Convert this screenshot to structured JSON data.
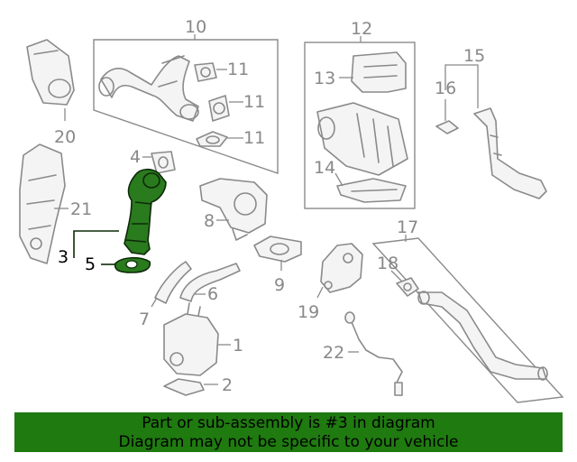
{
  "callouts": {
    "c1": "1",
    "c2": "2",
    "c3": "3",
    "c4": "4",
    "c5": "5",
    "c6": "6",
    "c7": "7",
    "c8": "8",
    "c9": "9",
    "c10": "10",
    "c11a": "11",
    "c11b": "11",
    "c11c": "11",
    "c12": "12",
    "c13": "13",
    "c14": "14",
    "c15": "15",
    "c16": "16",
    "c17": "17",
    "c18": "18",
    "c19": "19",
    "c20": "20",
    "c21": "21",
    "c22": "22"
  },
  "highlighted_part": "3",
  "colors": {
    "highlight": "#2a7a1e",
    "banner": "#1f7a10",
    "lines": "#8a8a8a"
  },
  "banner": {
    "line1": "Part or sub-assembly is #3 in diagram",
    "line2": "Diagram may not be specific to your vehicle"
  }
}
